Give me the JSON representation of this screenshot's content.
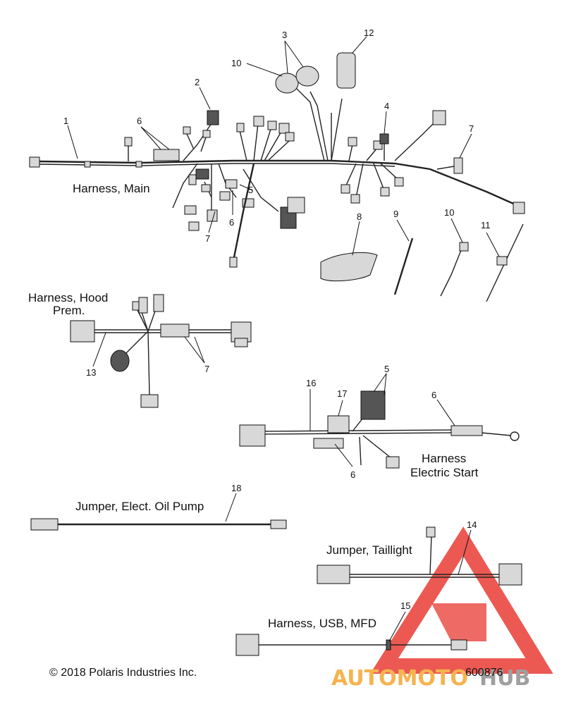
{
  "labels": {
    "harness_main": "Harness, Main",
    "harness_hood_line1": "Harness, Hood",
    "harness_hood_line2": "Prem.",
    "harness_start_line1": "Harness",
    "harness_start_line2": "Electric Start",
    "jumper_oil_pump": "Jumper, Elect. Oil Pump",
    "jumper_taillight": "Jumper, Taillight",
    "harness_usb": "Harness, USB, MFD"
  },
  "callouts": {
    "n1": "1",
    "n2": "2",
    "n3": "3",
    "n4": "4",
    "n5a": "5",
    "n6a": "6",
    "n6b": "6",
    "n7a": "7",
    "n7b": "7",
    "n8": "8",
    "n9": "9",
    "n10a": "10",
    "n10b": "10",
    "n11": "11",
    "n12": "12",
    "n13": "13",
    "n7c": "7",
    "n16": "16",
    "n17": "17",
    "n5b": "5",
    "n6c": "6",
    "n6d": "6",
    "n18": "18",
    "n14": "14",
    "n15": "15"
  },
  "footer": {
    "copyright": "© 2018 Polaris Industries Inc.",
    "part_number": "600876"
  },
  "watermark": {
    "part1": "AUTOMOTO",
    "part2": "HUB",
    "color_primary": "#e8352e",
    "color_orange": "#f3a329",
    "color_gray": "#8a8a8a"
  }
}
